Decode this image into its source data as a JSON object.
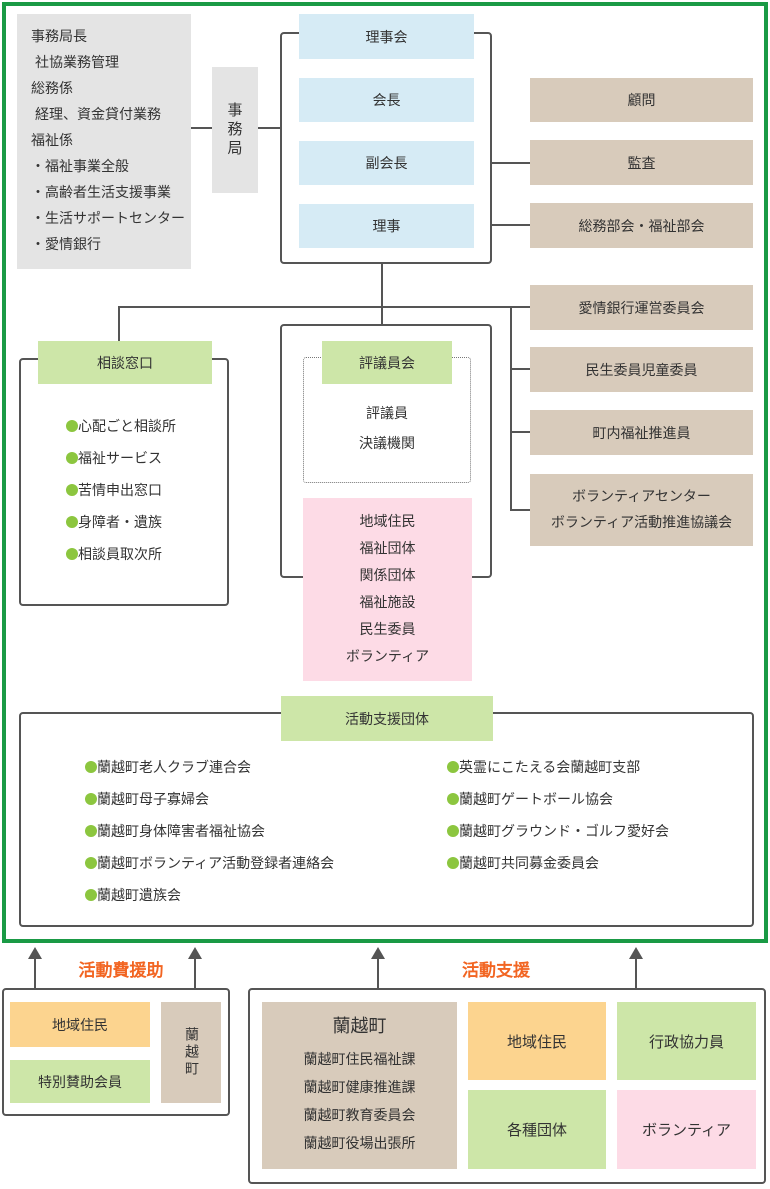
{
  "secretariat": {
    "label": "事務局",
    "duties": [
      "事務局長",
      "社協業務管理",
      "総務係",
      "経理、資金貸付業務",
      "福祉係",
      "・福祉事業全般",
      "・高齢者生活支援事業",
      "・生活サポートセンター",
      "・愛情銀行"
    ]
  },
  "board": [
    "理事会",
    "会長",
    "副会長",
    "理事"
  ],
  "advisors": [
    "顧問",
    "監査",
    "総務部会・福祉部会"
  ],
  "committees": [
    "愛情銀行運営委員会",
    "民生委員児童委員",
    "町内福祉推進員",
    "ボランティアセンター",
    "ボランティア活動推進協議会"
  ],
  "consultation": {
    "title": "相談窓口",
    "items": [
      "心配ごと相談所",
      "福祉サービス",
      "苦情申出窓口",
      "身障者・遺族",
      "相談員取次所"
    ]
  },
  "council": {
    "title": "評議員会",
    "sub": [
      "評議員",
      "決議機関"
    ],
    "members": [
      "地域住民",
      "福祉団体",
      "関係団体",
      "福祉施設",
      "民生委員",
      "ボランティア"
    ]
  },
  "support_groups": {
    "title": "活動支援団体",
    "left": [
      "蘭越町老人クラブ連合会",
      "蘭越町母子寡婦会",
      "蘭越町身体障害者福祉協会",
      "蘭越町ボランティア活動登録者連絡会",
      "蘭越町遺族会"
    ],
    "right": [
      "英霊にこたえる会蘭越町支部",
      "蘭越町ゲートボール協会",
      "蘭越町グラウンド・ゴルフ愛好会",
      "蘭越町共同募金委員会"
    ]
  },
  "funding": {
    "label": "活動費援助",
    "items": [
      "地域住民",
      "特別賛助会員"
    ],
    "town_vertical": "蘭越町"
  },
  "activity_support": {
    "label": "活動支援",
    "town": {
      "title": "蘭越町",
      "depts": [
        "蘭越町住民福祉課",
        "蘭越町健康推進課",
        "蘭越町教育委員会",
        "蘭越町役場出張所"
      ]
    },
    "boxes": [
      "地域住民",
      "行政協力員",
      "各種団体",
      "ボランティア"
    ]
  },
  "colors": {
    "outer_border": "#1a9a45",
    "board": "#d6ebf5",
    "advisor": "#d8cbbb",
    "label_green": "#cde6a8",
    "member_pink": "#fddbe6",
    "resident_orange": "#fcd48f",
    "bullet": "#8cc63f",
    "heading_orange": "#f26522"
  }
}
